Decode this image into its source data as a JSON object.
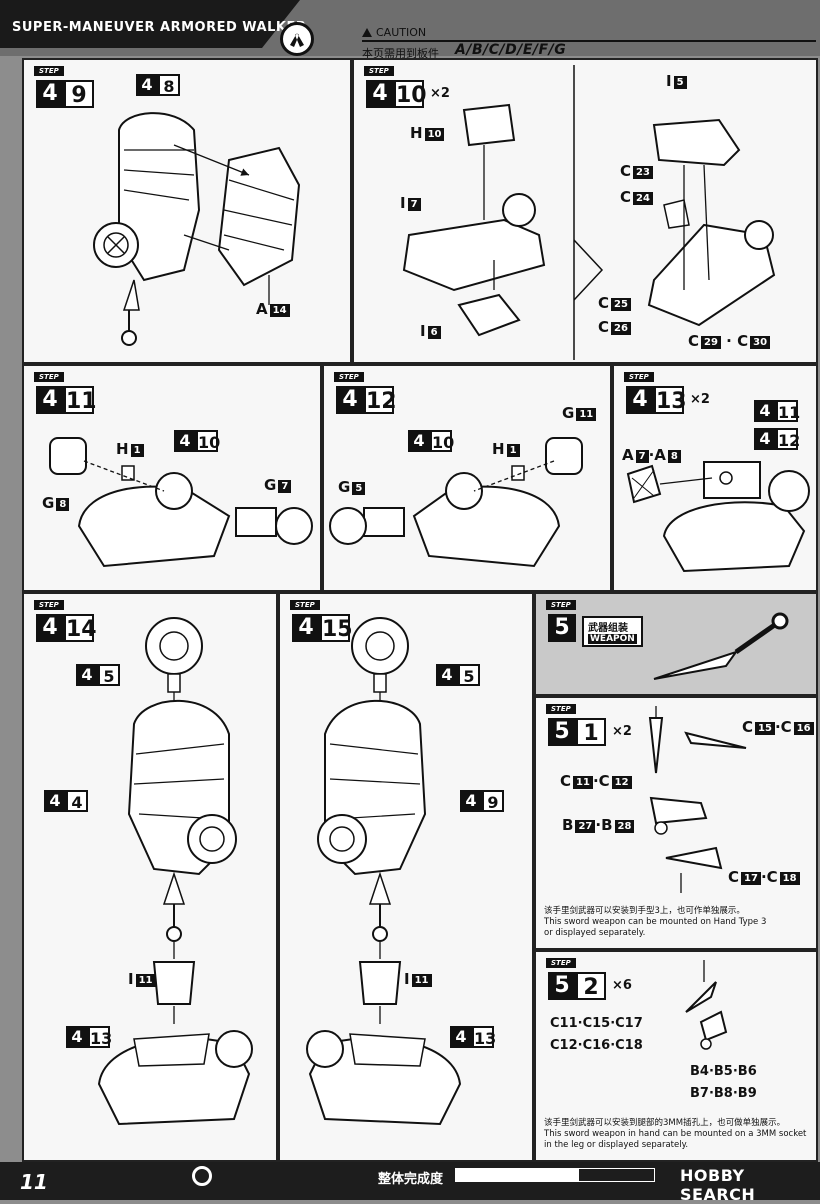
{
  "header": {
    "title": "SUPER-MANEUVER ARMORED WALKER",
    "caution": "CAUTION",
    "parts_note": "本页需用到板件",
    "plates": "A/B/C/D/E/F/G"
  },
  "step_tag": "STEP",
  "steps": {
    "s49": {
      "a": "4",
      "b": "9",
      "ref_top": {
        "a": "4",
        "b": "8"
      },
      "labels": {
        "a14": {
          "l": "A",
          "n": "14"
        }
      }
    },
    "s410": {
      "a": "4",
      "b": "10",
      "mult": "×2",
      "labels": {
        "h10": {
          "l": "H",
          "n": "10"
        },
        "i7": {
          "l": "I",
          "n": "7"
        },
        "i6": {
          "l": "I",
          "n": "6"
        },
        "i5": {
          "l": "I",
          "n": "5"
        },
        "c23": {
          "l": "C",
          "n": "23"
        },
        "c24": {
          "l": "C",
          "n": "24"
        },
        "c25": {
          "l": "C",
          "n": "25"
        },
        "c26": {
          "l": "C",
          "n": "26"
        },
        "c2930": {
          "l": "C",
          "n": "29",
          "l2": "C",
          "n2": "30"
        }
      }
    },
    "s411": {
      "a": "4",
      "b": "11",
      "ref": {
        "a": "4",
        "b": "10"
      },
      "labels": {
        "h1": {
          "l": "H",
          "n": "1"
        },
        "g8": {
          "l": "G",
          "n": "8"
        },
        "g7": {
          "l": "G",
          "n": "7"
        }
      }
    },
    "s412": {
      "a": "4",
      "b": "12",
      "ref": {
        "a": "4",
        "b": "10"
      },
      "labels": {
        "h1": {
          "l": "H",
          "n": "1"
        },
        "g11": {
          "l": "G",
          "n": "11"
        },
        "g5": {
          "l": "G",
          "n": "5"
        }
      }
    },
    "s413": {
      "a": "4",
      "b": "13",
      "mult": "×2",
      "ref1": {
        "a": "4",
        "b": "11"
      },
      "ref2": {
        "a": "4",
        "b": "12"
      },
      "labels": {
        "a78": {
          "l": "A",
          "n": "7",
          "l2": "A",
          "n2": "8"
        }
      }
    },
    "s414": {
      "a": "4",
      "b": "14",
      "ref5": {
        "a": "4",
        "b": "5"
      },
      "ref4": {
        "a": "4",
        "b": "4"
      },
      "ref13": {
        "a": "4",
        "b": "13"
      },
      "labels": {
        "i11": {
          "l": "I",
          "n": "11"
        }
      }
    },
    "s415": {
      "a": "4",
      "b": "15",
      "ref5": {
        "a": "4",
        "b": "5"
      },
      "ref9": {
        "a": "4",
        "b": "9"
      },
      "ref13": {
        "a": "4",
        "b": "13"
      },
      "labels": {
        "i11": {
          "l": "I",
          "n": "11"
        }
      }
    },
    "s5": {
      "a": "5",
      "title_cn": "武器组装",
      "title_en": "WEAPON"
    },
    "s51": {
      "a": "5",
      "b": "1",
      "mult": "×2",
      "labels": {
        "c1516": {
          "l": "C",
          "n": "15",
          "l2": "C",
          "n2": "16"
        },
        "c1112": {
          "l": "C",
          "n": "11",
          "l2": "C",
          "n2": "12"
        },
        "b2728": {
          "l": "B",
          "n": "27",
          "l2": "B",
          "n2": "28"
        },
        "c1718": {
          "l": "C",
          "n": "17",
          "l2": "C",
          "n2": "18"
        }
      },
      "note_cn": "该手里剑武器可以安装到手型3上，也可作单独展示。",
      "note_en1": "This sword weapon can be mounted on Hand Type 3",
      "note_en2": "or displayed separately."
    },
    "s52": {
      "a": "5",
      "b": "2",
      "mult": "×6",
      "row1": "C11·C15·C17",
      "row2": "C12·C16·C18",
      "row3": "B4·B5·B6",
      "row4": "B7·B8·B9",
      "note_cn": "该手里剑武器可以安装到腿部的3MM插孔上，也可做单独展示。",
      "note_en1": "This sword weapon in hand can be mounted on a 3MM socket",
      "note_en2": "in the leg or displayed separately."
    }
  },
  "footer": {
    "page": "11",
    "progress_label": "整体完成度",
    "progress": 0.62,
    "watermark": "HOBBY SEARCH"
  }
}
